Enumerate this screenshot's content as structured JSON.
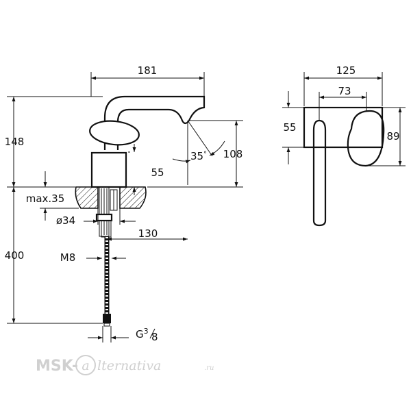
{
  "side_view": {
    "dims": {
      "spout_length": "181",
      "total_height": "148",
      "spout_angle": "35",
      "spout_degree_sign": "°",
      "spout_outlet_height": "108",
      "body_height": "55",
      "max_deck_thickness": "max.35",
      "hole_diameter": "ø34",
      "projection": "130",
      "hose_length": "400",
      "stud_thread": "M8",
      "connection_prefix": "G",
      "connection_numerator": "3",
      "connection_denominator": "8"
    }
  },
  "front_view": {
    "dims": {
      "width": "125",
      "handle_width": "73",
      "body_height": "55",
      "handle_height": "89"
    }
  },
  "watermark": {
    "prefix": "MSK-",
    "letter": "a",
    "suffix": "lternativa",
    "domain": ".ru"
  }
}
